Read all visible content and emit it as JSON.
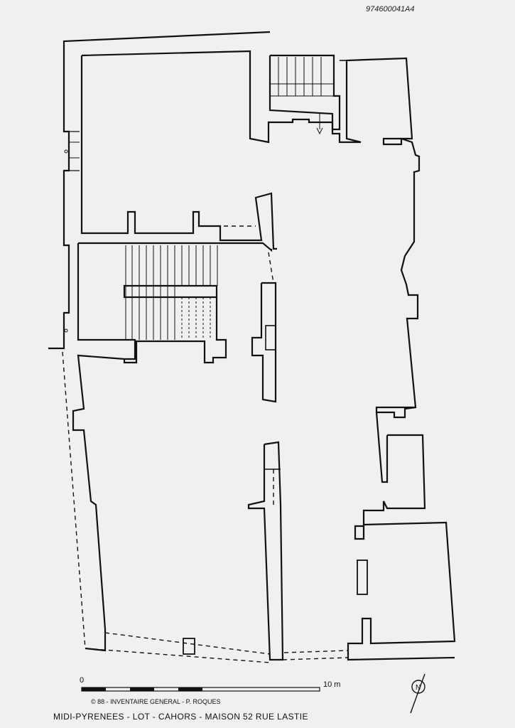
{
  "sheet": {
    "ref_number": "974600041A4"
  },
  "scale": {
    "start_label": "0",
    "end_label": "10 m"
  },
  "credit": "© 88 - INVENTAIRE GENERAL - P. ROQUES",
  "title": "MIDI-PYRENEES - LOT - CAHORS - MAISON 52 RUE LASTIE",
  "north_arrow": {
    "label": "N",
    "icon": "north-arrow-icon"
  },
  "colors": {
    "paper": "#f0f0ee",
    "ink": "#111111"
  }
}
